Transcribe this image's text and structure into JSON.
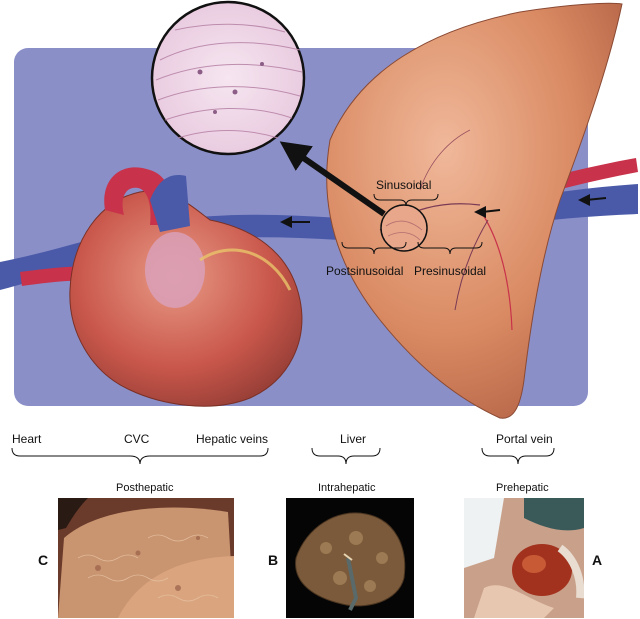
{
  "illustration": {
    "liver_labels": {
      "sinusoidal": "Sinusoidal",
      "postsinusoidal": "Postsinusoidal",
      "presinusoidal": "Presinusoidal"
    }
  },
  "regions": {
    "heart": "Heart",
    "cvc": "CVC",
    "hepatic_veins": "Hepatic veins",
    "liver": "Liver",
    "portal_vein": "Portal vein"
  },
  "panels": [
    {
      "letter": "C",
      "caption": "Posthepatic"
    },
    {
      "letter": "B",
      "caption": "Intrahepatic"
    },
    {
      "letter": "A",
      "caption": "Prehepatic"
    }
  ],
  "colors": {
    "background_panel": "#8a8fc8",
    "liver": "#d98a62",
    "heart": "#c9574b",
    "vein_blue": "#4a5aa8",
    "artery_red": "#c8324a"
  }
}
